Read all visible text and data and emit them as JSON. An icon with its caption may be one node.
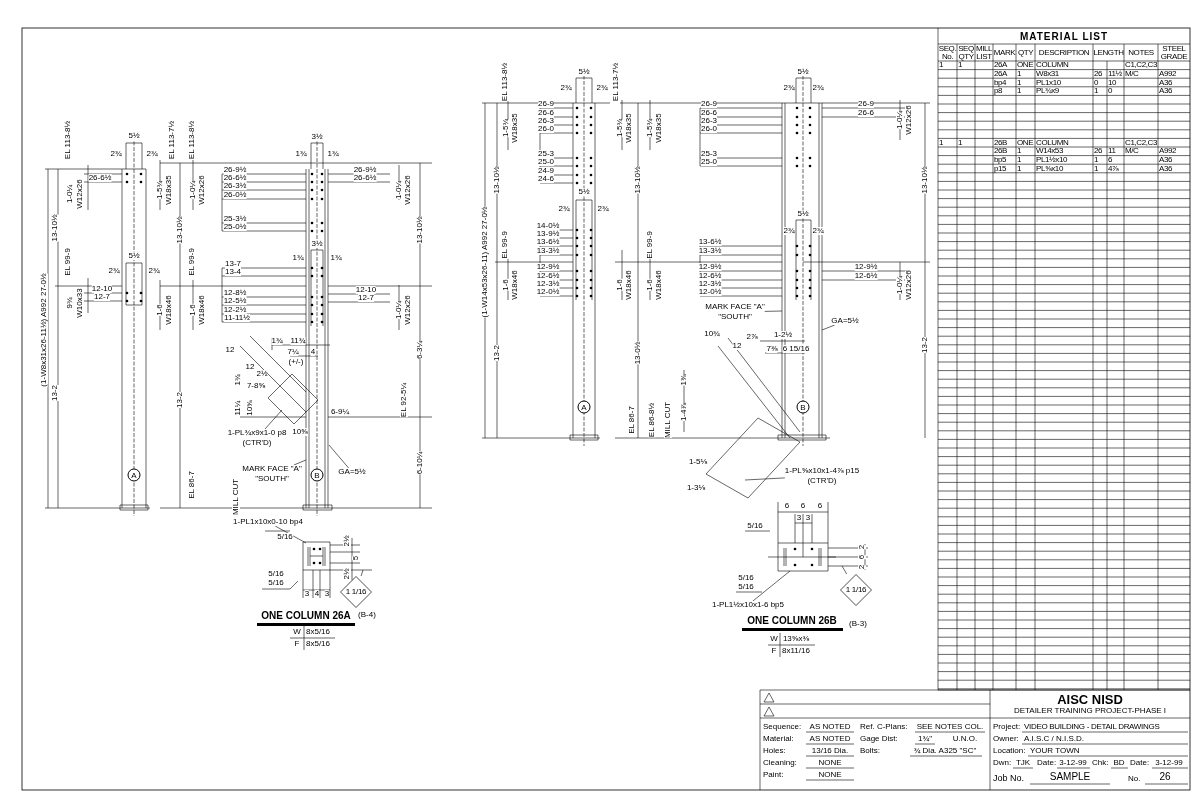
{
  "diagram": {
    "nodes": [
      {
        "text": [
          "A"
        ]
      },
      {
        "text": [
          "B"
        ]
      },
      {
        "text": [
          "A"
        ]
      },
      {
        "text": [
          "B"
        ]
      },
      {
        "text": [
          "1-PL¾x9x1-0 p8",
          "(CTR'D)"
        ]
      },
      {
        "text": [
          "MARK FACE \"A\"",
          "\"SOUTH\""
        ]
      },
      {
        "text": [
          "GA=5½"
        ]
      },
      {
        "text": [
          "MARK FACE \"A\"",
          "\"SOUTH\""
        ]
      },
      {
        "text": [
          "GA=5½"
        ]
      },
      {
        "text": [
          "1-PL⅝x10x1-4⅞ p15",
          "(CTR'D)"
        ]
      },
      {
        "text": [
          "1-PL1x10x0-10 bp4"
        ]
      },
      {
        "text": [
          "1-PL1½x10x1-6 bp5"
        ]
      },
      {
        "text": [
          "1 1/16"
        ]
      },
      {
        "text": [
          "1 1/16"
        ]
      }
    ],
    "edges": [
      {
        "from": 4,
        "to": null,
        "arrow": "none"
      },
      {
        "from": 5,
        "to": null,
        "arrow": "none"
      },
      {
        "from": 6,
        "to": null,
        "arrow": "none"
      },
      {
        "from": 7,
        "to": null,
        "arrow": "none"
      },
      {
        "from": 8,
        "to": null,
        "arrow": "none"
      },
      {
        "from": 9,
        "to": null,
        "arrow": "none"
      },
      {
        "from": 10,
        "to": null,
        "arrow": "none"
      },
      {
        "from": 11,
        "to": null,
        "arrow": "none"
      },
      {
        "from": 12,
        "to": null,
        "arrow": "none"
      },
      {
        "from": 13,
        "to": null,
        "arrow": "none"
      }
    ],
    "labels": [
      "MATERIAL LIST",
      "SEQ. No.",
      "SEQ QTY",
      "MILL LIST",
      "MARK",
      "QTY",
      "DESCRIPTION",
      "LENGTH",
      "NOTES",
      "STEEL GRADE",
      "1",
      "1",
      "26A",
      "ONE",
      "COLUMN",
      "C1,C2,C3",
      "26A",
      "1",
      "W8x31",
      "26",
      "11½",
      "M/C",
      "A992",
      "bp4",
      "1",
      "PL1x10",
      "0",
      "10",
      "A36",
      "p8",
      "1",
      "PL¾x9",
      "1",
      "0",
      "A36",
      "1",
      "1",
      "26B",
      "ONE",
      "COLUMN",
      "C1,C2,C3",
      "26B",
      "1",
      "W14x53",
      "26",
      "11",
      "M/C",
      "A992",
      "bp5",
      "1",
      "PL1½x10",
      "1",
      "6",
      "A36",
      "p15",
      "1",
      "PL⅝x10",
      "1",
      "4⅞",
      "A36",
      "AISC NISD",
      "DETAILER TRAINING PROJECT-PHASE I",
      "Sequence:",
      "AS NOTED",
      "Ref. C-Plans:",
      "SEE NOTES COL.",
      "Material:",
      "AS NOTED",
      "Gage Dist:",
      "1¾\"",
      "U.N.O.",
      "Holes:",
      "13/16 Dia.",
      "Bolts:",
      "¾ Dia. A325 \"SC\"",
      "Cleaning:",
      "NONE",
      "Paint:",
      "NONE",
      "Project:",
      "VIDEO BUILDING - DETAIL DRAWINGS",
      "Owner:",
      "A.I.S.C / N.I.S.D.",
      "Location:",
      "YOUR TOWN",
      "Dwn:",
      "TJK",
      "Date:",
      "3-12-99",
      "Chk:",
      "BD",
      "Date:",
      "3-12-99",
      "Job No.",
      "SAMPLE",
      "No.",
      "26",
      "5½",
      "2¾",
      "2¾",
      "EL 113-8½",
      "26-6½",
      "1-0¼",
      "W12x26",
      "13-10½",
      "5½",
      "2¾",
      "2¾",
      "EL 99-9",
      "12-10",
      "12-7",
      "9¾",
      "W10x33",
      "(1-W8x31x26-11½) A992 27-0½",
      "13-2",
      "EL 113-7½",
      "EL 113-8½",
      "1-5¾",
      "W18x35",
      "1-0¼",
      "W12x26",
      "13-10½",
      "3½",
      "1¾",
      "1¾",
      "26-9½",
      "26-6½",
      "26-3½",
      "26-0½",
      "25-3½",
      "25-0½",
      "26-9½",
      "26-6½",
      "1-0¼",
      "W12x26",
      "13-10½",
      "3½",
      "1¾",
      "1¾",
      "13-7",
      "13-4",
      "EL 99-9",
      "12-8½",
      "12-5½",
      "12-2½",
      "11-11½",
      "12-10",
      "12-7",
      "1-0¼",
      "W12x26",
      "1-6",
      "W18x46",
      "1-6",
      "W18x46",
      "6-3¼",
      "13-2",
      "1¾",
      "11¾",
      "7¼",
      "4",
      "(+/-)",
      "12",
      "12",
      "2½",
      "1¾",
      "7-8⅝",
      "11¼",
      "10⅝",
      "10⅝",
      "6-9¼",
      "EL 92-5¼",
      "6-10¼",
      "EL 86-7",
      "MILL CUT",
      "5½",
      "2¾",
      "2¾",
      "EL 113-8½",
      "EL 113-7½",
      "1-5¾",
      "W18x35",
      "26-9",
      "26-6",
      "26-3",
      "26-0",
      "25-3",
      "25-0",
      "24-9",
      "24-6",
      "13-10½",
      "5½",
      "2¾",
      "2¾",
      "14-0½",
      "13-9½",
      "13-6½",
      "13-3½",
      "12-9½",
      "12-6½",
      "12-3½",
      "12-0½",
      "EL 99-9",
      "1-6",
      "W18x46",
      "(1-W14x53x26-11) A992 27-0½",
      "13-2",
      "5½",
      "2¾",
      "2¾",
      "1-5¾",
      "W18x35",
      "1-5¾",
      "W18x35",
      "13-10½",
      "26-9",
      "26-6",
      "26-3",
      "26-0",
      "25-3",
      "25-0",
      "26-9",
      "26-6",
      "1-0¼",
      "W12x26",
      "13-10½",
      "5½",
      "2¾",
      "2¾",
      "13-6½",
      "13-3½",
      "12-9½",
      "12-6½",
      "12-3½",
      "12-0½",
      "12-9½",
      "12-6½",
      "1-0¼",
      "W12x26",
      "13-2",
      "EL 99-9",
      "1-6",
      "W18x46",
      "1-6",
      "W18x46",
      "10¾",
      "12",
      "2⅞",
      "1-2½",
      "7⅜",
      "6 15/16",
      "13-0½",
      "1⅜",
      "EL 86-7",
      "EL 86-8½",
      "MILL CUT",
      "1-4⅞",
      "1-5⅛",
      "1-3⅛",
      "5/16",
      "5/16",
      "5/16",
      "2½",
      "5",
      "2½",
      "3",
      "4",
      "3",
      "ONE COLUMN 26A",
      "(B-4)",
      "W",
      "8x5/16",
      "F",
      "8x5/16",
      "6",
      "6",
      "6",
      "3",
      "3",
      "2",
      "6",
      "2",
      "5/16",
      "5/16",
      "5/16",
      "ONE COLUMN 26B",
      "(B-3)",
      "W",
      "13⅝x⅜",
      "F",
      "8x11/16"
    ]
  }
}
